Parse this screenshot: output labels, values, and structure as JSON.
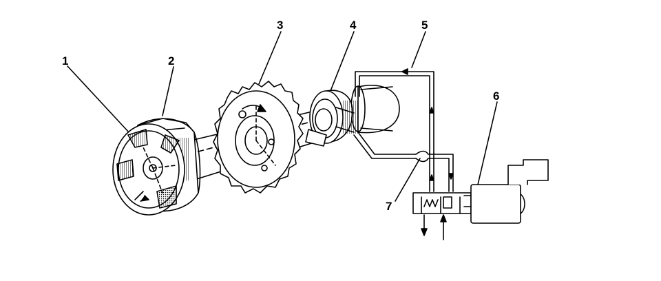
{
  "callouts": [
    {
      "id": "c1",
      "label": "1"
    },
    {
      "id": "c2",
      "label": "2"
    },
    {
      "id": "c3",
      "label": "3"
    },
    {
      "id": "c4",
      "label": "4"
    },
    {
      "id": "c5",
      "label": "5"
    },
    {
      "id": "c6",
      "label": "6"
    },
    {
      "id": "c7",
      "label": "7"
    }
  ],
  "colors": {
    "ink": "#000000",
    "background": "#ffffff"
  }
}
